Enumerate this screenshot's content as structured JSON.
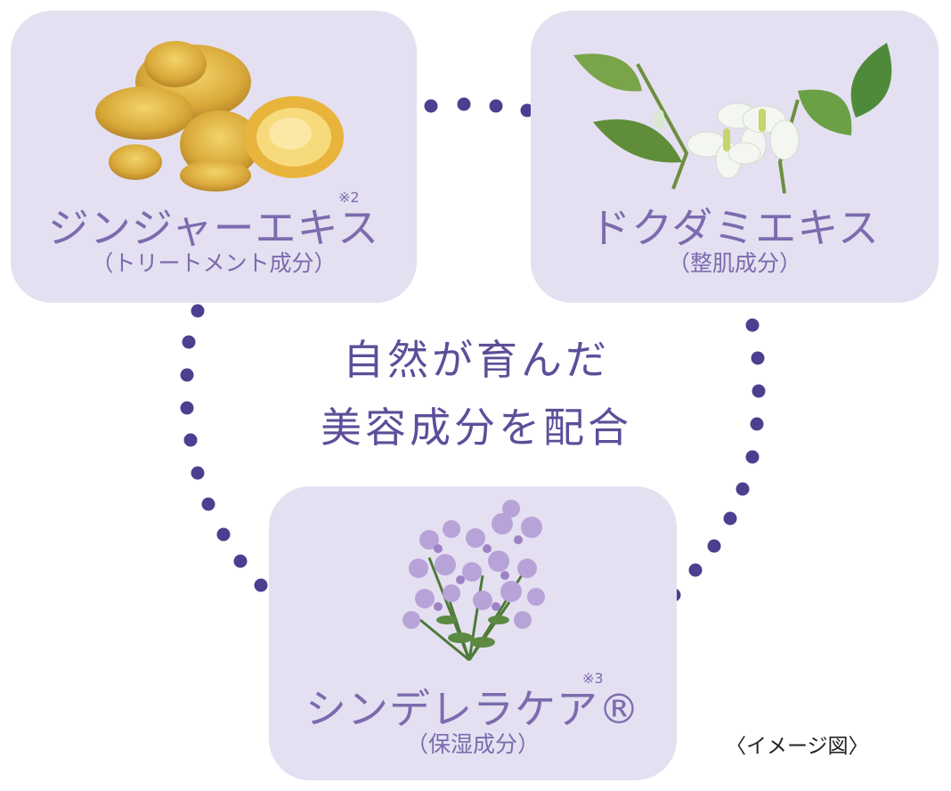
{
  "ingredients": [
    {
      "name": "ジンジャーエキス",
      "note": "※2",
      "role": "（トリートメント成分）",
      "icon": "ginger-root-icon"
    },
    {
      "name": "ドクダミエキス",
      "note": "",
      "role": "（整肌成分）",
      "icon": "dokudami-plant-icon"
    },
    {
      "name": "シンデレラケア®",
      "note": "※3",
      "role": "（保湿成分）",
      "icon": "cinderella-flower-icon"
    }
  ],
  "headline": {
    "line1": "自然が育んだ",
    "line2": "美容成分を配合"
  },
  "image_label": "〈イメージ図〉",
  "colors": {
    "card": "#e4e0f1",
    "text": "#7a6cae",
    "headline": "#5e4e99",
    "dots": "#4c3f8f"
  }
}
